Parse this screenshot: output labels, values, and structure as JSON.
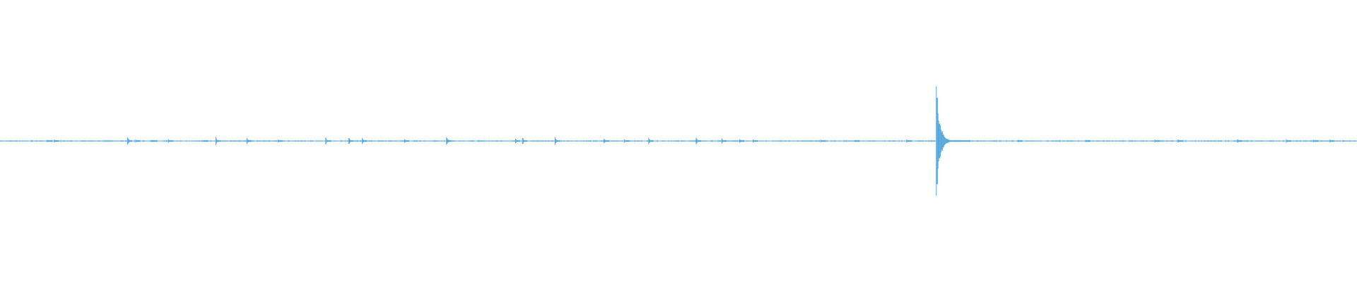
{
  "waveform": {
    "color": "#5aa9dd",
    "baseline_amplitude": 0.012,
    "peaks": [
      {
        "t": 0.035,
        "amp": 0.02
      },
      {
        "t": 0.04,
        "amp": 0.03
      },
      {
        "t": 0.094,
        "amp": 0.09
      },
      {
        "t": 0.1,
        "amp": 0.03
      },
      {
        "t": 0.112,
        "amp": 0.02
      },
      {
        "t": 0.124,
        "amp": 0.03
      },
      {
        "t": 0.15,
        "amp": 0.02
      },
      {
        "t": 0.159,
        "amp": 0.07
      },
      {
        "t": 0.182,
        "amp": 0.06
      },
      {
        "t": 0.205,
        "amp": 0.03
      },
      {
        "t": 0.24,
        "amp": 0.06
      },
      {
        "t": 0.257,
        "amp": 0.07
      },
      {
        "t": 0.267,
        "amp": 0.05
      },
      {
        "t": 0.298,
        "amp": 0.03
      },
      {
        "t": 0.329,
        "amp": 0.09
      },
      {
        "t": 0.38,
        "amp": 0.04
      },
      {
        "t": 0.385,
        "amp": 0.07
      },
      {
        "t": 0.409,
        "amp": 0.08
      },
      {
        "t": 0.445,
        "amp": 0.05
      },
      {
        "t": 0.46,
        "amp": 0.04
      },
      {
        "t": 0.478,
        "amp": 0.05
      },
      {
        "t": 0.513,
        "amp": 0.06
      },
      {
        "t": 0.532,
        "amp": 0.05
      },
      {
        "t": 0.545,
        "amp": 0.04
      },
      {
        "t": 0.555,
        "amp": 0.03
      },
      {
        "t": 0.605,
        "amp": 0.02
      },
      {
        "t": 0.63,
        "amp": 0.02
      },
      {
        "t": 0.668,
        "amp": 0.03
      },
      {
        "t": 0.69,
        "amp": 1.0
      },
      {
        "t": 0.75,
        "amp": 0.03
      },
      {
        "t": 0.8,
        "amp": 0.02
      },
      {
        "t": 0.851,
        "amp": 0.03
      },
      {
        "t": 0.868,
        "amp": 0.03
      },
      {
        "t": 0.912,
        "amp": 0.03
      },
      {
        "t": 0.948,
        "amp": 0.03
      },
      {
        "t": 0.968,
        "amp": 0.02
      },
      {
        "t": 0.98,
        "amp": 0.03
      }
    ]
  }
}
